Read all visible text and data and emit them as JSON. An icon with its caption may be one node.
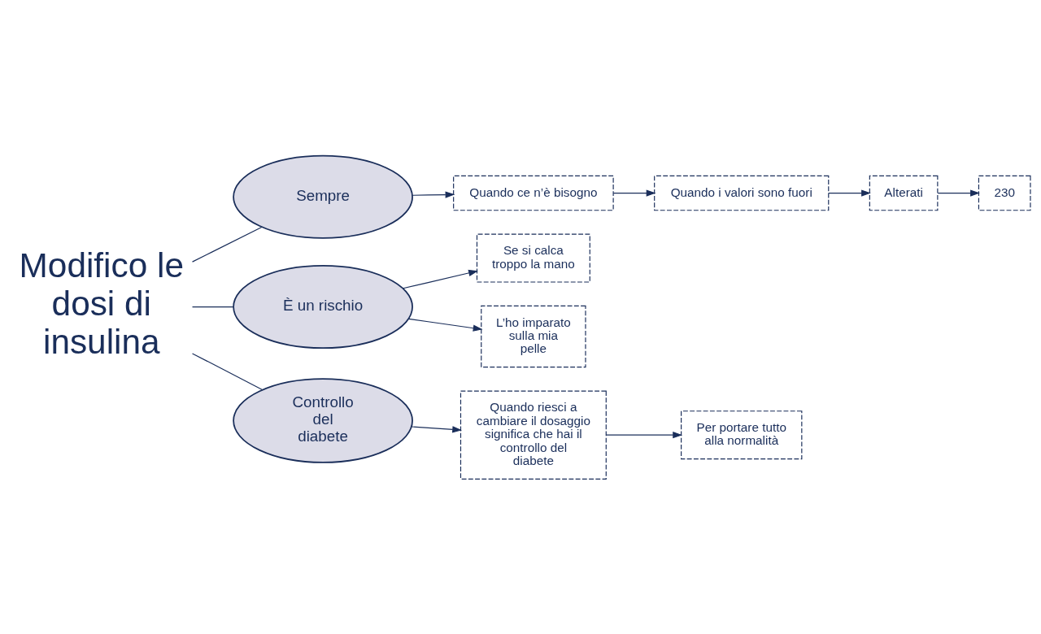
{
  "diagram": {
    "nodes": [
      {
        "text": [
          "230"
        ]
      },
      {
        "text": [
          "Alterati"
        ]
      },
      {
        "text": [
          "Quando i valori sono fuori"
        ]
      },
      {
        "text": [
          "Quando ce n’è bisogno"
        ]
      },
      {
        "text": [
          "Se si calca troppo la mano"
        ]
      },
      {
        "text": [
          "Sempre"
        ]
      },
      {
        "text": [
          "È un rischio"
        ]
      },
      {
        "text": [
          "L’ho imparato sulla mia pelle"
        ]
      },
      {
        "text": [
          "Modifico le dosi di insulina"
        ]
      },
      {
        "text": [
          "Controllo del diabete"
        ]
      },
      {
        "text": [
          "Quando riesci a cambiare il dosaggio significa che hai il controllo del diabete"
        ]
      },
      {
        "text": [
          "Per portare tutto alla normalità"
        ]
      }
    ],
    "edges": [
      {
        "from": 8,
        "to": 5,
        "arrow": "none"
      },
      {
        "from": 8,
        "to": 6,
        "arrow": "none"
      },
      {
        "from": 8,
        "to": 9,
        "arrow": "none"
      },
      {
        "from": 5,
        "to": 3,
        "arrow": "to"
      },
      {
        "from": 3,
        "to": 2,
        "arrow": "to"
      },
      {
        "from": 2,
        "to": 1,
        "arrow": "to"
      },
      {
        "from": 1,
        "to": 0,
        "arrow": "to"
      },
      {
        "from": 6,
        "to": 4,
        "arrow": "to"
      },
      {
        "from": 6,
        "to": 7,
        "arrow": "to"
      },
      {
        "from": 9,
        "to": 10,
        "arrow": "to"
      },
      {
        "from": 10,
        "to": 11,
        "arrow": "to"
      }
    ]
  }
}
